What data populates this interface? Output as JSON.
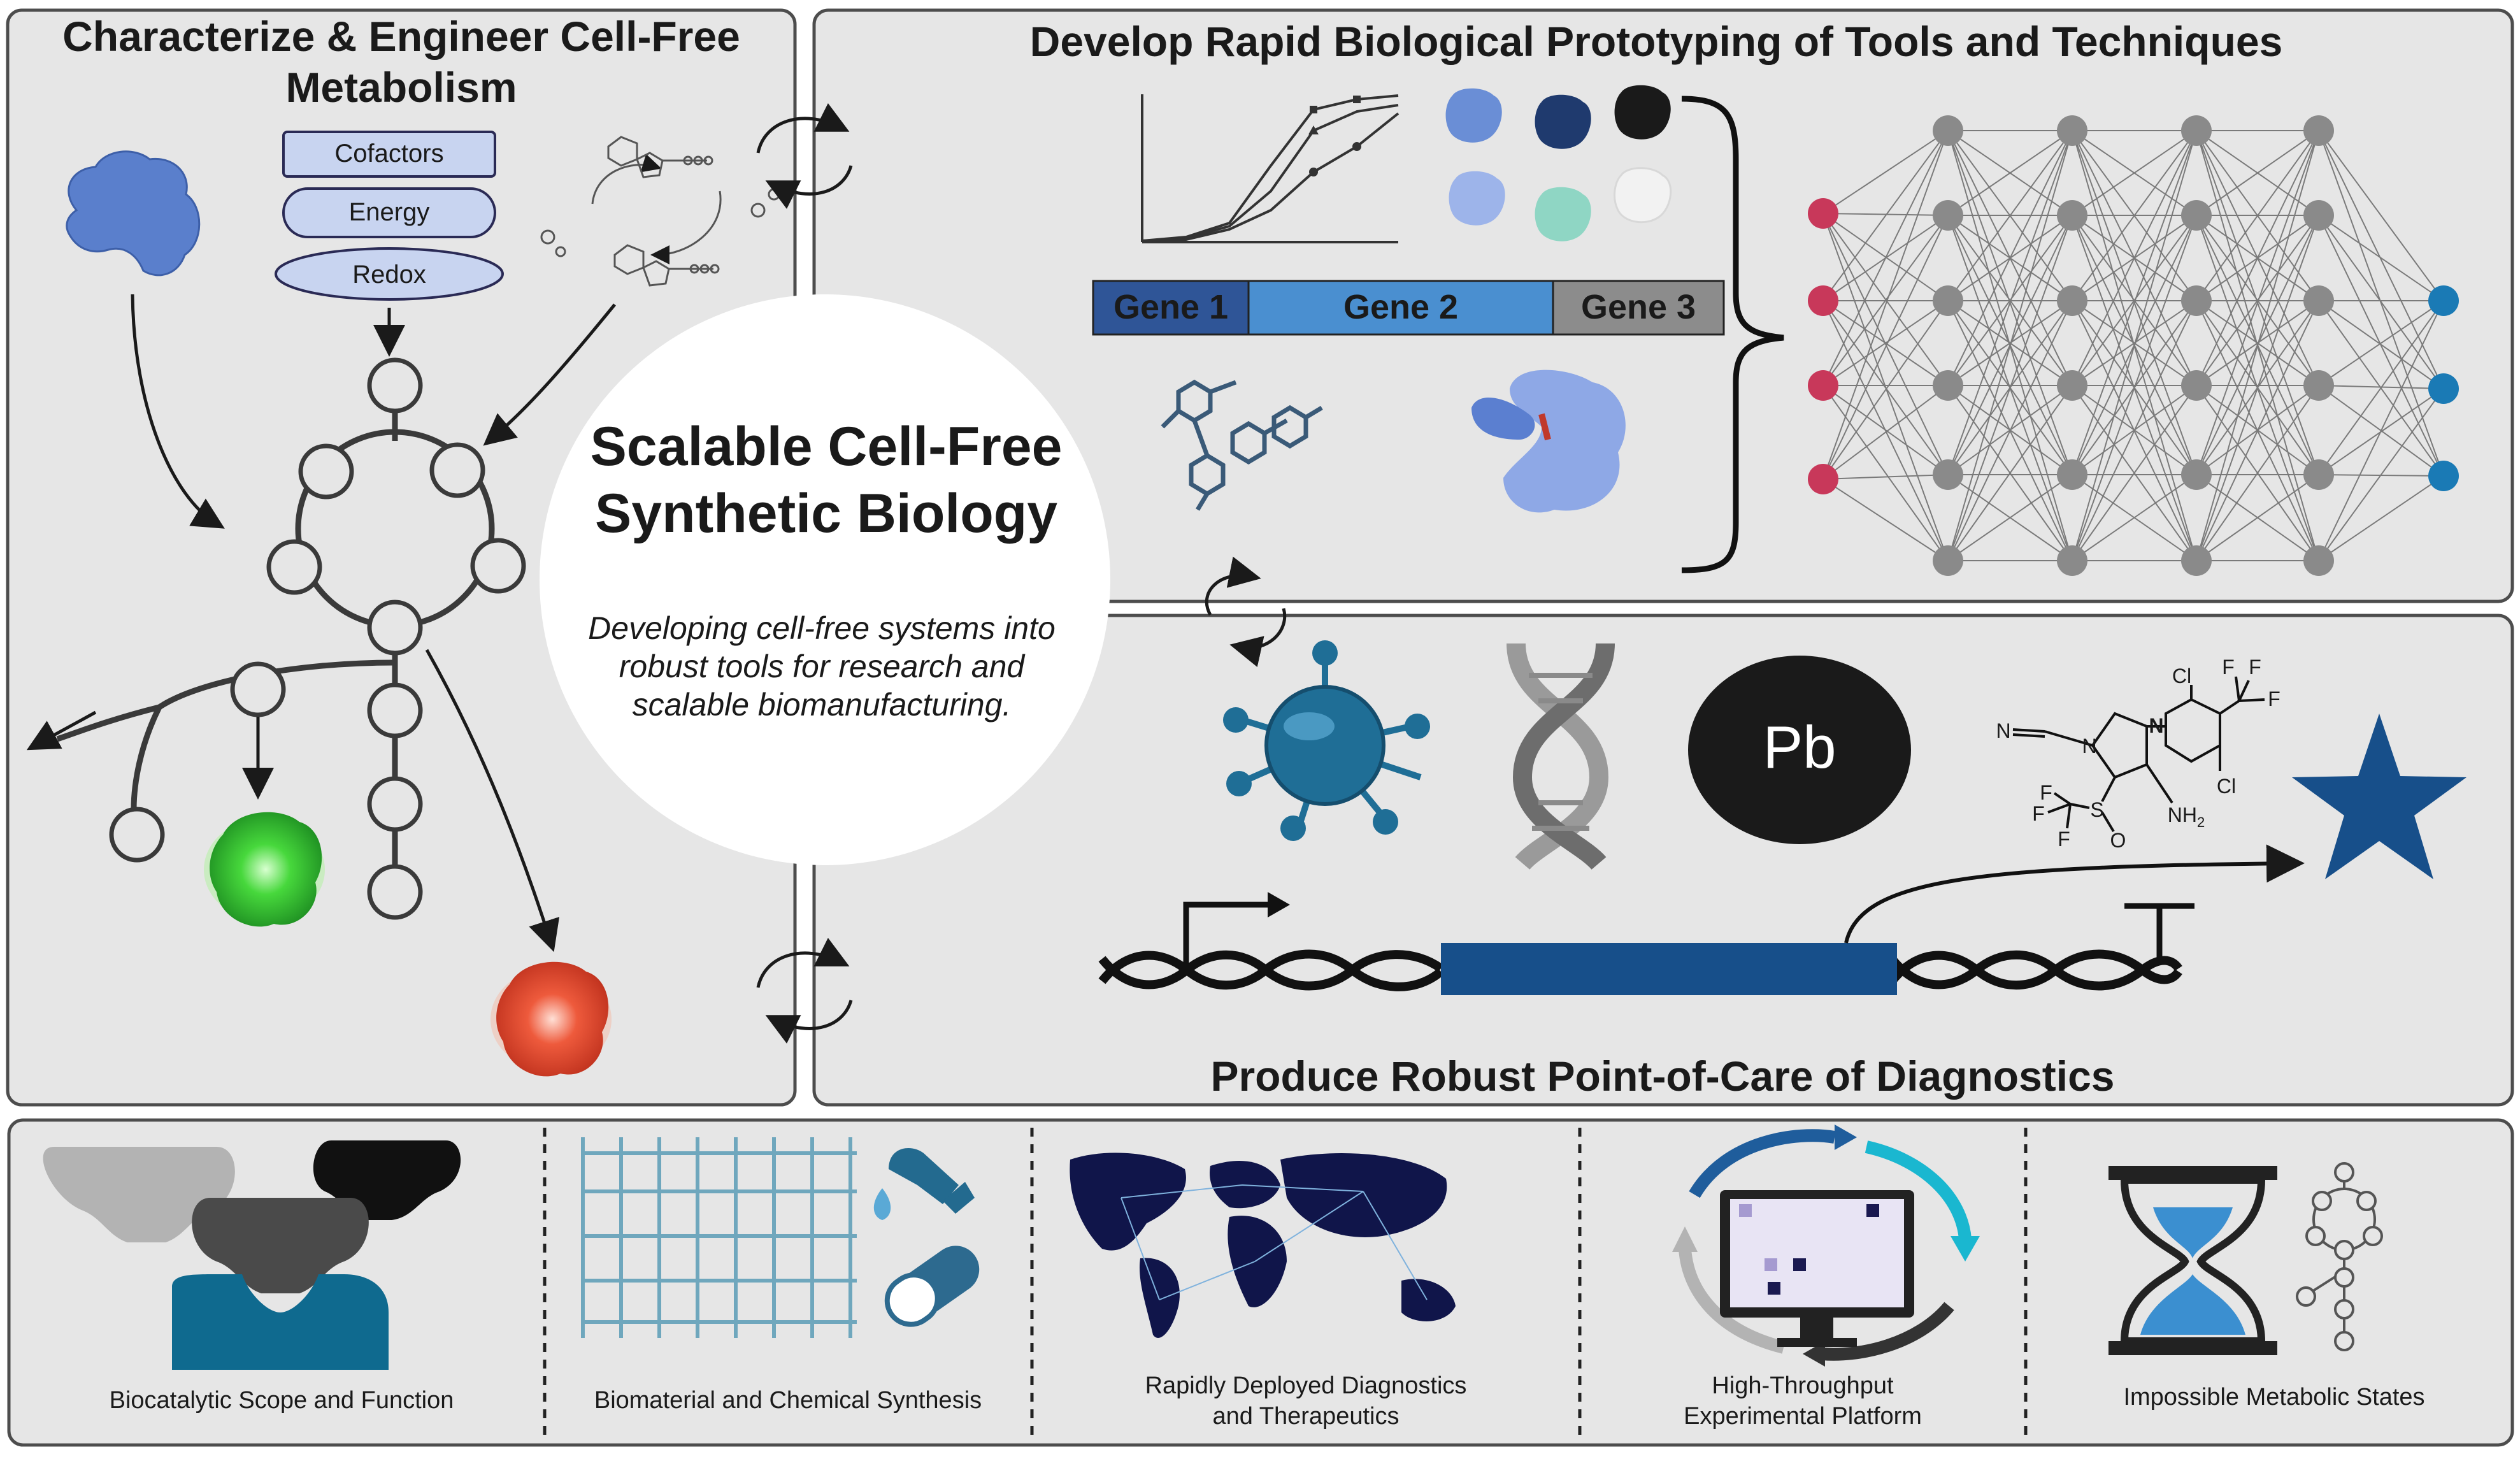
{
  "panels": {
    "metabolism_title_line1": "Characterize & Engineer Cell-Free",
    "metabolism_title_line2": "Metabolism",
    "prototyping_title": "Develop Rapid Biological Prototyping of Tools and Techniques",
    "diagnostics_title": "Produce Robust Point-of-Care of Diagnostics"
  },
  "metabolism": {
    "pills": [
      "Cofactors",
      "Energy",
      "Redox"
    ]
  },
  "center": {
    "title_line1": "Scalable Cell-Free",
    "title_line2": "Synthetic Biology",
    "subtitle_line1": "Developing cell-free systems into",
    "subtitle_line2": "robust tools for research and",
    "subtitle_line3": "scalable biomanufacturing."
  },
  "genes": [
    {
      "label": "Gene 1",
      "color": "#2f5597"
    },
    {
      "label": "Gene 2",
      "color": "#4a8fd0"
    },
    {
      "label": "Gene 3",
      "color": "#8c8c8c"
    }
  ],
  "diagnostics": {
    "metal_symbol": "Pb",
    "molecule_labels": {
      "nitrile": "N",
      "pyrazole_n1": "N",
      "pyrazole_n2": "N",
      "cl_top": "Cl",
      "cl_bottom": "Cl",
      "f_left": "F",
      "f_right": "F",
      "f_bottom": "F",
      "cf3_f1": "F",
      "cf3_f2": "F",
      "cf3_f3": "F",
      "sulfur": "S",
      "oxygen": "O",
      "amine": "NH",
      "amine_sub": "2"
    }
  },
  "applications": [
    {
      "label_line1": "Biocatalytic Scope and Function",
      "label_line2": ""
    },
    {
      "label_line1": "Biomaterial and Chemical Synthesis",
      "label_line2": ""
    },
    {
      "label_line1": "Rapidly Deployed Diagnostics",
      "label_line2": "and Therapeutics"
    },
    {
      "label_line1": "High-Throughput",
      "label_line2": "Experimental Platform"
    },
    {
      "label_line1": "Impossible Metabolic States",
      "label_line2": ""
    }
  ],
  "colors": {
    "panel_bg": "#e6e6e6",
    "input_node": "#c8385a",
    "output_node": "#1a7ab5",
    "hidden_node": "#8a8a8a",
    "diagnostic_blue": "#174f8a",
    "teal_blue": "#1f6e96"
  }
}
